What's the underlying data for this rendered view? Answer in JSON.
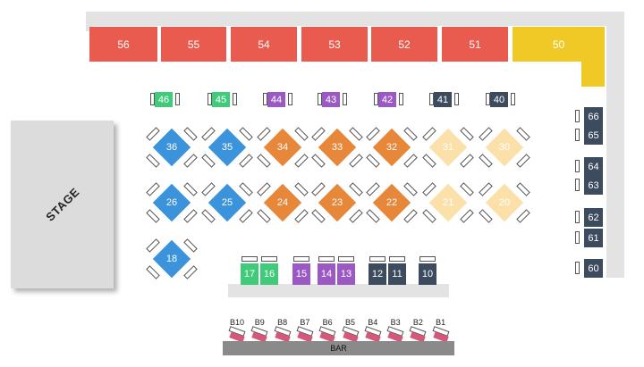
{
  "colors": {
    "red": "#ea5b4f",
    "yellow": "#f1c927",
    "green": "#3fcb7a",
    "purple": "#9b59c4",
    "navy": "#3d4b5e",
    "blue": "#3b93dc",
    "orange": "#e6873a",
    "cream": "#fbe1a9",
    "pink": "#d5577a",
    "wall": "#e3e3e3",
    "bar": "#8a8a8a"
  },
  "stage": {
    "label": "STAGE"
  },
  "bar": {
    "label": "BAR"
  },
  "booths": [
    {
      "label": "56",
      "color": "red"
    },
    {
      "label": "55",
      "color": "red"
    },
    {
      "label": "54",
      "color": "red"
    },
    {
      "label": "53",
      "color": "red"
    },
    {
      "label": "52",
      "color": "red"
    },
    {
      "label": "51",
      "color": "red"
    },
    {
      "label": "50",
      "color": "yellow"
    }
  ],
  "top_tables": [
    {
      "label": "46",
      "color": "green"
    },
    {
      "label": "45",
      "color": "green"
    },
    {
      "label": "44",
      "color": "purple"
    },
    {
      "label": "43",
      "color": "purple"
    },
    {
      "label": "42",
      "color": "purple"
    },
    {
      "label": "41",
      "color": "navy"
    },
    {
      "label": "40",
      "color": "navy"
    }
  ],
  "diamond_row1": [
    {
      "label": "36",
      "color": "blue"
    },
    {
      "label": "35",
      "color": "blue"
    },
    {
      "label": "34",
      "color": "orange"
    },
    {
      "label": "33",
      "color": "orange"
    },
    {
      "label": "32",
      "color": "orange"
    },
    {
      "label": "31",
      "color": "cream"
    },
    {
      "label": "30",
      "color": "cream"
    }
  ],
  "diamond_row2": [
    {
      "label": "26",
      "color": "blue"
    },
    {
      "label": "25",
      "color": "blue"
    },
    {
      "label": "24",
      "color": "orange"
    },
    {
      "label": "23",
      "color": "orange"
    },
    {
      "label": "22",
      "color": "orange"
    },
    {
      "label": "21",
      "color": "cream"
    },
    {
      "label": "20",
      "color": "cream"
    }
  ],
  "diamond_18": {
    "label": "18",
    "color": "blue"
  },
  "right_tables": [
    {
      "label": "66"
    },
    {
      "label": "65"
    },
    {
      "label": "64"
    },
    {
      "label": "63"
    },
    {
      "label": "62"
    },
    {
      "label": "61"
    },
    {
      "label": "60"
    }
  ],
  "lower_tables": [
    {
      "label": "17",
      "color": "green"
    },
    {
      "label": "16",
      "color": "green"
    },
    {
      "label": "15",
      "color": "purple"
    },
    {
      "label": "14",
      "color": "purple"
    },
    {
      "label": "13",
      "color": "purple"
    },
    {
      "label": "12",
      "color": "navy"
    },
    {
      "label": "11",
      "color": "navy"
    },
    {
      "label": "10",
      "color": "navy"
    }
  ],
  "bar_seats": [
    "B10",
    "B9",
    "B8",
    "B7",
    "B6",
    "B5",
    "B4",
    "B3",
    "B2",
    "B1"
  ]
}
